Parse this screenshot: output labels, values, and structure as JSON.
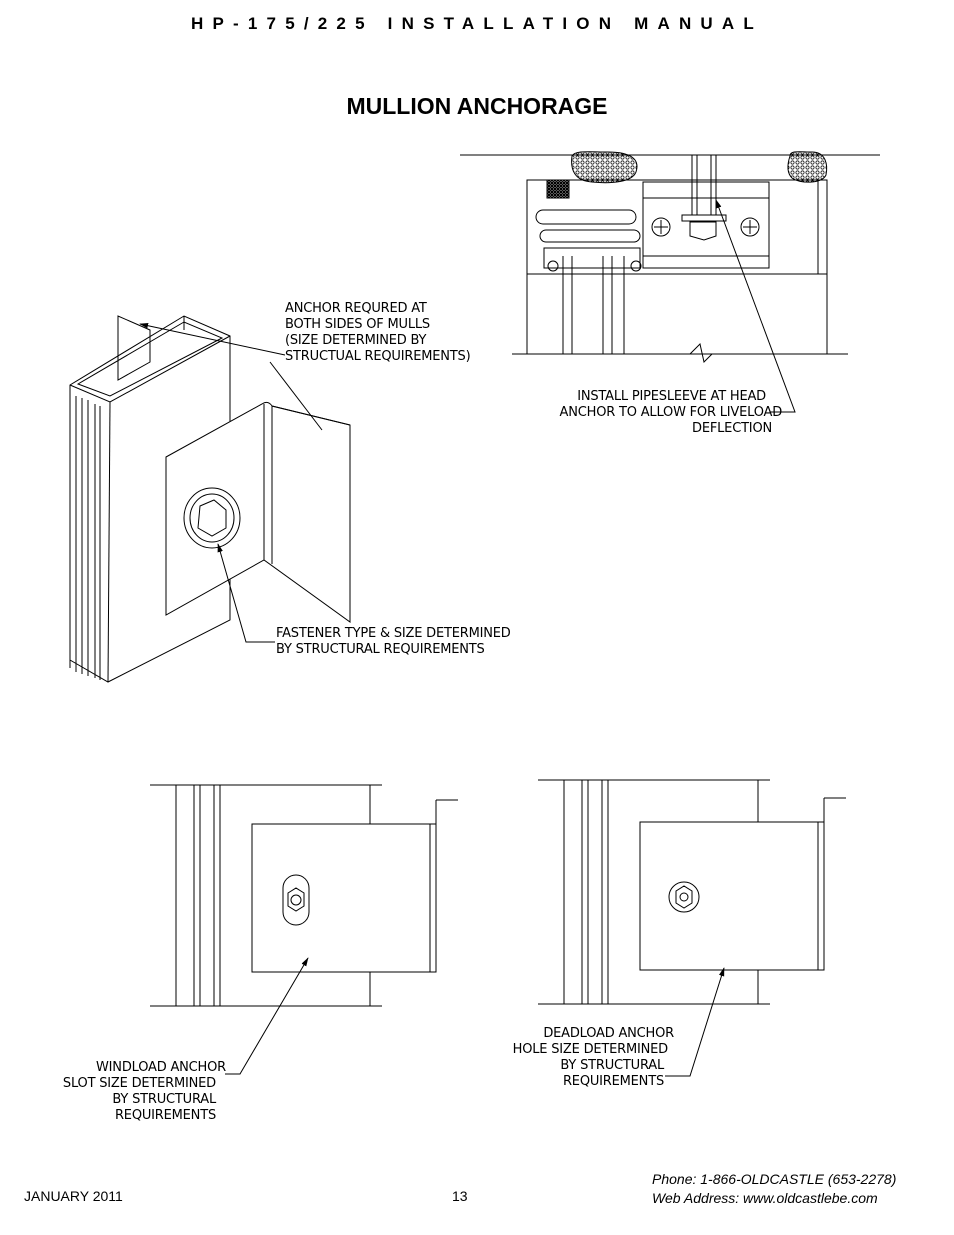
{
  "header": {
    "manual_title": "HP-175/225 INSTALLATION MANUAL"
  },
  "page": {
    "title": "MULLION ANCHORAGE"
  },
  "callouts": {
    "anchor_required": [
      "ANCHOR REQURED AT",
      "BOTH SIDES OF MULLS",
      "(SIZE DETERMINED BY",
      "STRUCTUAL REQUIREMENTS)"
    ],
    "fastener": [
      "FASTENER TYPE & SIZE DETERMINED",
      "BY STRUCTURAL REQUIREMENTS"
    ],
    "pipesleeve": [
      "INSTALL PIPESLEEVE AT HEAD",
      "ANCHOR TO ALLOW FOR LIVELOAD",
      "DEFLECTION"
    ],
    "windload": [
      "WINDLOAD ANCHOR",
      "SLOT SIZE DETERMINED",
      "BY STRUCTURAL",
      "REQUIREMENTS"
    ],
    "deadload": [
      "DEADLOAD ANCHOR",
      "HOLE SIZE DETERMINED",
      "BY STRUCTURAL",
      "REQUIREMENTS"
    ]
  },
  "footer": {
    "date": "JANUARY 2011",
    "page_number": "13",
    "phone": "Phone: 1-866-OLDCASTLE (653-2278)",
    "web": "Web Address: www.oldcastlebe.com"
  }
}
